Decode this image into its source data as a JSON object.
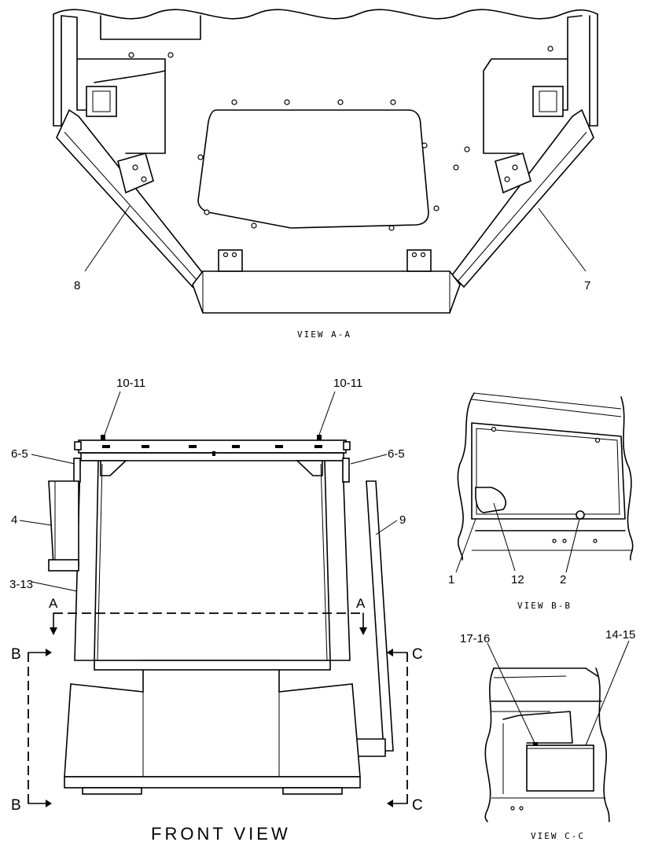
{
  "views": {
    "view_aa": {
      "caption": "VIEW A-A",
      "callouts": {
        "left": "8",
        "right": "7"
      }
    },
    "front": {
      "caption": "FRONT VIEW",
      "callouts": {
        "top_left": "10-11",
        "top_right": "10-11",
        "side_left": "6-5",
        "side_right": "6-5",
        "left_panel": "4",
        "right_panel": "9",
        "left_post": "3-13"
      },
      "section_markers": {
        "a_left": "A",
        "a_right": "A",
        "b_top": "B",
        "b_bottom": "B",
        "c_top": "C",
        "c_bottom": "C"
      }
    },
    "view_bb": {
      "caption": "VIEW B-B",
      "callouts": {
        "c1": "1",
        "c2": "12",
        "c3": "2"
      }
    },
    "view_cc": {
      "caption": "VIEW C-C",
      "callouts": {
        "c1": "17-16",
        "c2": "14-15"
      }
    }
  }
}
